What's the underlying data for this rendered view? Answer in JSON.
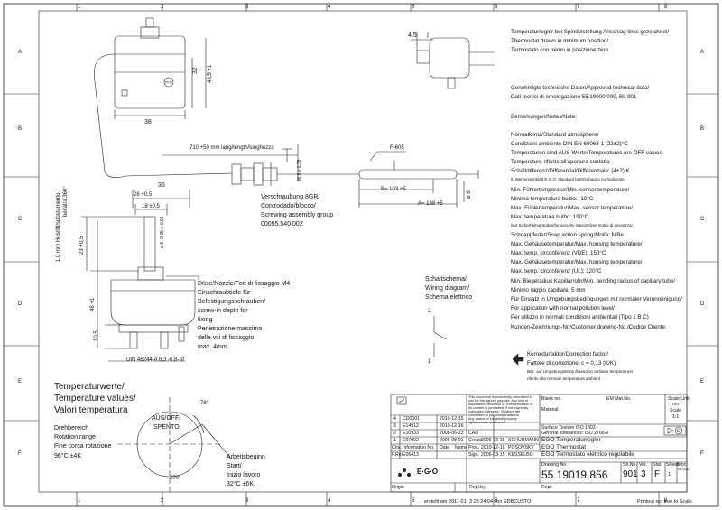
{
  "grid": {
    "columns": [
      "1",
      "2",
      "3",
      "4",
      "5",
      "6",
      "7",
      "8"
    ],
    "rows": [
      "A",
      "B",
      "C",
      "D",
      "E",
      "F"
    ]
  },
  "notes": {
    "header": [
      "Temperaturregler bei Spindelstellung Anschlag links gezeichnet/",
      "Thermostat drawn in minimum position/",
      "Termostato con perno in posizione zero"
    ],
    "approval": [
      "Genehmigte technische Daten/Approved technical data/",
      "Dati tecnici di omologazione 55.19000.000, BL 901"
    ],
    "remarks_title": "Bemerkungen/Notes/Note:",
    "lines": [
      "Normalklima/Standard atmosphere/",
      "Condizioni ambiente DIN EN 60068-1 (23±2)°C",
      "Temperaturen sind AUS-Werte/Temperatures are OFF values",
      "Temperature riferite all'apertura contatto",
      "Schaltdifferenz/Differential/Differenziale: (4±2) K",
      "lt. Werksnormblatt E.G.O. standard bathrin bagno normalizzato",
      "Min. Fühlertemperatur/Min. sensor temperature/",
      "Minima temperatura bulbo: -10°C",
      "Max. Fühlertemperatur/Max. sensor temperature/",
      "Max. temperatura bulbo: 190°C",
      "laut Sicherheitsgründen/for security reasons/per motivi di sicurezza/",
      "Schnappfeder/Snap action spring/Molla: NiBe",
      "Max. Gehäusetemperatur/Max. housing temperature/",
      "Max. temp. circonferenz (VDE): 150°C",
      "Max. Gehäusetemperatur/Max. housing temperature/",
      "Max. temp. circonferenz (UL): 120°C",
      "Min. Biegeradius Kapillarrohr/Min. bending radius of capillary tube/",
      "Minimo raggio capillare: 5 mm",
      "Für Einsatz in Umgebungsbedingungen mit normaler Verunreinigung/",
      "For application with normal pollution level/",
      "Per utilizzo in normali condizioni ambientali (Tipo 1 B C)",
      "Kunden-Zeichnungs-Nr./Customer drawing-No./Codice Cliente:"
    ],
    "correction": [
      "Korrekturfaktor/Correction factor/",
      "Fattore di correzione: c = 0,13 (K/K)",
      "Bez. auf Umgebungstemp./based on ambient temperature/",
      "riferito alla normale temperatura ambient"
    ]
  },
  "dims": {
    "d45": "4,5",
    "d32": "32",
    "d435": "43,5 +1",
    "d38": "38",
    "d710": "710 +50 mm lang/length/lunghezza",
    "m9": "M 9 x 0,75",
    "f605": "F-605",
    "b103": "B= 103 +5",
    "a1384": "A= 138 +5",
    "d6": "ø 6",
    "d35": "35",
    "d28": "28 +0,5",
    "d18": "18 ±0,5",
    "d6b": "ø 6 -0,05 / -0,06",
    "d23": "23 +0,5",
    "d48": "48 +1",
    "d105": "10,5",
    "din": "DIN 46244-A 6,3 -0,8-St",
    "hub": "1,0 mm Hub/lift/spostamento",
    "beid": "bei/at/a 360°"
  },
  "labels": {
    "screwing": [
      "Verschraubung 8GR/",
      "Controdado/blocco/",
      "Screwing assembly group",
      "00055.540.002"
    ],
    "nozzle": [
      "Düse/Nozzle/Fori di fissaggio M4",
      "Einschraubtiefe für",
      "Befestigungsschrauben/",
      "screw-in depth for",
      "fixing",
      "Penetrazione massima",
      "delle viti di fissaggio",
      "max. 4mm."
    ],
    "wiring": [
      "Schaltschema/",
      "Wiring diagram/",
      "Schema elettrico"
    ],
    "w2": "2",
    "w1": "1"
  },
  "temp_values": {
    "title": [
      "Temperaturwerte/",
      "Temperature values/",
      "Valori temperatura"
    ],
    "rotation": [
      "Drehbereich",
      "Rotation range",
      "Fine corsa rotazione",
      "96°C ±4K"
    ],
    "aus": [
      "AUS/OFF/",
      "SPENTO"
    ],
    "deg78": "78°",
    "deg270": "270°",
    "begin": [
      "Arbeitsbeginn",
      "Start/",
      "Inizio lavoro",
      "32°C ±6K"
    ]
  },
  "title_block": {
    "notice": [
      "This document is exclusively committed to",
      "you for the agreed purpose. Any kind of",
      "duplication, utilization or communication of",
      "its content is prohibited, if not expressly",
      "conceded otherwise. Violators are",
      "committed to pay compensations.",
      "Any claims of industrial property",
      "rights remain unaffected."
    ],
    "revisions": [
      {
        "no": "4",
        "change": "CD0001",
        "date": "2010-12-15",
        "note": ""
      },
      {
        "no": "3",
        "change": "E14912",
        "date": "2010-12-16",
        "note": ""
      },
      {
        "no": "2",
        "change": "E10933",
        "date": "2008-06-23",
        "note": "CAD"
      },
      {
        "no": "1",
        "change": "E07092",
        "date": "2006-08-01",
        "note": "Create"
      }
    ],
    "people": [
      {
        "role": "Create",
        "date": "2006-03-15",
        "name": "SCHUHMANN"
      },
      {
        "role": "Proc.",
        "date": "2010-12-16",
        "name": "POSOVSKY"
      },
      {
        "role": "Sign.",
        "date": "2006-03-15",
        "name": "KESSELBG"
      }
    ],
    "cols": [
      "Cha.",
      "Information No.",
      "Date",
      "Name"
    ],
    "prel": [
      "F.Rel",
      "E06413"
    ],
    "blank_no": "Blank no.",
    "em_mat": "EM Mat.No.",
    "material": "Material",
    "surface": "Surface Texture ISO 1302",
    "tolerances": "General Tolerances: ISO 2768-v",
    "title_de": "EGO Temperaturregler",
    "title_en": "EGO Thermostat",
    "title_it": "EGO Termostato elettrico regolabile",
    "drawing_no_label": "Drawing No.",
    "drawing_no": "55.19019.856",
    "shno_label": "Sh.No.",
    "shno": "901",
    "ver_label": "Ver.",
    "ver": "3",
    "stat_label": "Stat.",
    "stat": "F",
    "sheets_label": "Sheets",
    "sheets": "1",
    "doc_label": "Doc.",
    "exdoc_label": "Ex.Doc.",
    "scale_unit": "Scale Unit",
    "unit": "mm",
    "scale": "Scale",
    "scale_val": "1:1",
    "origin": "Origin",
    "repl_by": "Repl.by",
    "repl": "Repl.",
    "logo": "E·G·O",
    "footer_created": "erstellt am  2011-01-  3  23:24:04   von  EDBCUSTO",
    "footer_scale": "Printout not true to Scale"
  }
}
